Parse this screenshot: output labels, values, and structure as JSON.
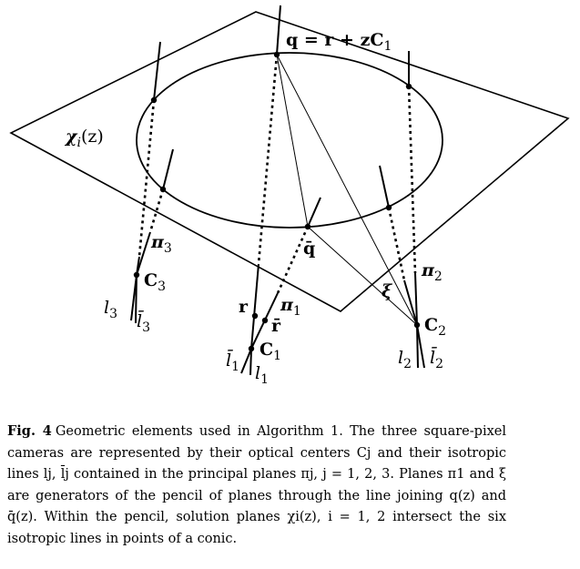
{
  "figure": {
    "labels": {
      "chi": "χ",
      "chi_sub": "i",
      "chi_arg": "(z)",
      "q_eq": "q = r + zC",
      "q_eq_sub": "1",
      "pi3": "π",
      "pi3_sub": "3",
      "C3": "C",
      "C3_sub": "3",
      "l3": "l",
      "l3_sub": "3",
      "l3bar": "l̄",
      "l3bar_sub": "3",
      "qbar": "q̄",
      "r": "r",
      "pi1": "π",
      "pi1_sub": "1",
      "rbar": "r̄",
      "C1": "C",
      "C1_sub": "1",
      "l1bar": "l̄",
      "l1bar_sub": "1",
      "l1": "l",
      "l1_sub": "1",
      "xi": "ξ",
      "pi2": "π",
      "pi2_sub": "2",
      "C2": "C",
      "C2_sub": "2",
      "l2": "l",
      "l2_sub": "2",
      "l2bar": "l̄",
      "l2bar_sub": "2"
    }
  },
  "caption": {
    "label": "Fig. 4",
    "text": "Geometric elements used in Algorithm 1. The three square-pixel cameras are represented by their optical centers Cj and their isotropic lines lj, l̄j contained in the principal planes πj, j = 1, 2, 3. Planes π1 and ξ are generators of the pencil of planes through the line joining q(z) and q̄(z). Within the pencil, solution planes χi(z), i = 1, 2 intersect the six isotropic lines in points of a conic."
  }
}
